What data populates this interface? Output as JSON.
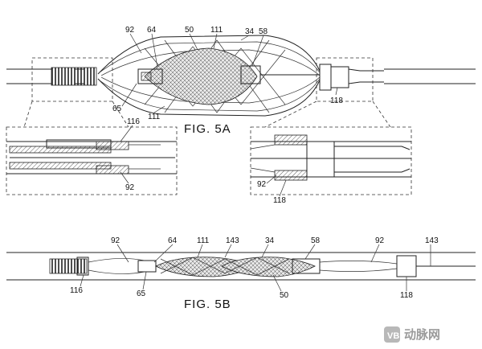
{
  "figures": {
    "fig5a": {
      "caption": "FIG. 5A",
      "labels": {
        "l92": "92",
        "l64": "64",
        "l50": "50",
        "l111": "111",
        "l34": "34",
        "l58": "58",
        "l65": "65",
        "l111b": "111",
        "l118": "118",
        "inset_left_116": "116",
        "inset_left_92": "92",
        "inset_right_92": "92",
        "inset_right_118": "118"
      }
    },
    "fig5b": {
      "caption": "FIG. 5B",
      "labels": {
        "l92a": "92",
        "l64": "64",
        "l111": "111",
        "l143a": "143",
        "l34": "34",
        "l58": "58",
        "l92b": "92",
        "l143b": "143",
        "l116": "116",
        "l65": "65",
        "l50": "50",
        "l118": "118"
      }
    }
  },
  "watermark": {
    "text": "动脉网"
  }
}
